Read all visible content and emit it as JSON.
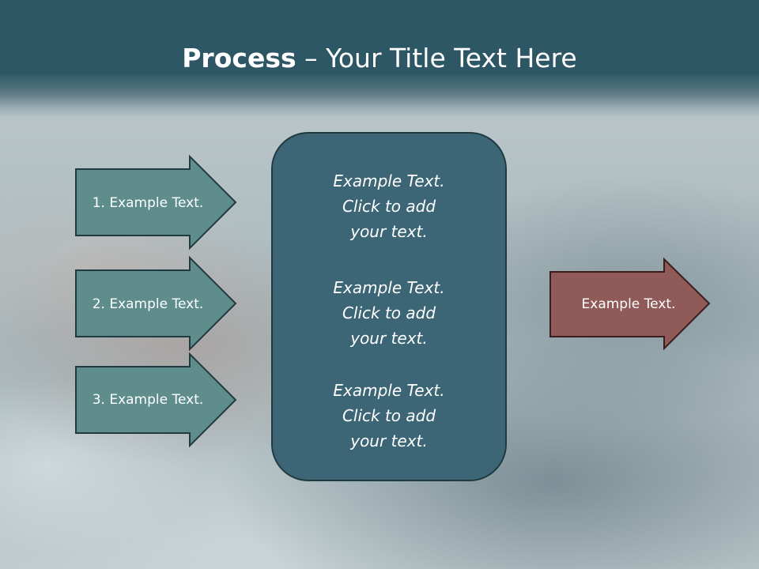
{
  "title": {
    "bold": "Process",
    "rest": " – Your Title Text Here"
  },
  "left_arrows": [
    {
      "label": "1. Example Text."
    },
    {
      "label": "2. Example Text."
    },
    {
      "label": "3. Example Text."
    }
  ],
  "center_box": {
    "blocks": [
      {
        "lines": [
          "Example Text.",
          "Click  to add",
          "your text."
        ]
      },
      {
        "lines": [
          "Example Text.",
          "Click  to add",
          "your text."
        ]
      },
      {
        "lines": [
          "Example Text.",
          "Click  to add",
          "your text."
        ]
      }
    ]
  },
  "right_arrow": {
    "label": "Example Text."
  },
  "colors": {
    "header": "#2e5766",
    "teal_arrow": "#5e8d8b",
    "center_box": "#3c6675",
    "outline": "#1f3a40",
    "red_arrow": "#8f5a58"
  }
}
